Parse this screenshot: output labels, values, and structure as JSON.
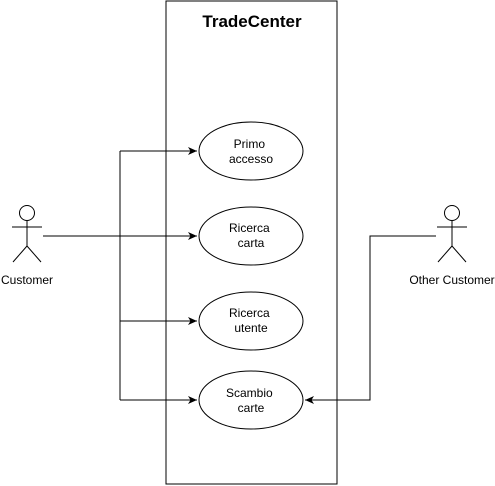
{
  "system": {
    "title": "TradeCenter"
  },
  "use_cases": [
    {
      "id": "primo",
      "lines": [
        "Primo",
        "accesso"
      ]
    },
    {
      "id": "ricerca-carta",
      "lines": [
        "Ricerca",
        "carta"
      ]
    },
    {
      "id": "ricerca-utente",
      "lines": [
        "Ricerca",
        "utente"
      ]
    },
    {
      "id": "scambio",
      "lines": [
        "Scambio",
        "carte"
      ]
    }
  ],
  "actors": [
    {
      "id": "customer",
      "label": "Customer"
    },
    {
      "id": "other-customer",
      "label": "Other Customer"
    }
  ],
  "colors": {
    "stroke": "#000000",
    "background": "#ffffff"
  }
}
